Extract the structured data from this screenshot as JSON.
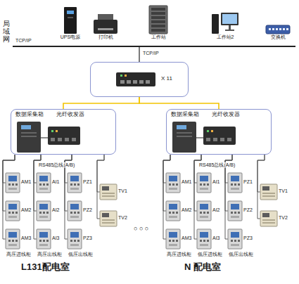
{
  "diagram": {
    "nodes": [
      {
        "text": [
          "UPS电源"
        ]
      },
      {
        "text": [
          "打印机"
        ]
      },
      {
        "text": [
          "工作站"
        ]
      },
      {
        "text": [
          "工作站2"
        ]
      },
      {
        "text": [
          "交换机"
        ]
      },
      {
        "text": [
          "X 11"
        ]
      },
      {
        "text": [
          "数据采集箱",
          "光纤收发器"
        ]
      },
      {
        "text": [
          "数据采集箱",
          "光纤收发器"
        ]
      },
      {
        "text": [
          "AM1"
        ]
      },
      {
        "text": [
          "AM2"
        ]
      },
      {
        "text": [
          "AM3"
        ]
      },
      {
        "text": [
          "AI1"
        ]
      },
      {
        "text": [
          "AI2"
        ]
      },
      {
        "text": [
          "AI3"
        ]
      },
      {
        "text": [
          "PZ1"
        ]
      },
      {
        "text": [
          "PZ2"
        ]
      },
      {
        "text": [
          "PZ3"
        ]
      },
      {
        "text": [
          "TV1"
        ]
      },
      {
        "text": [
          "TV2"
        ]
      },
      {
        "text": [
          "AM1"
        ]
      },
      {
        "text": [
          "AM2"
        ]
      },
      {
        "text": [
          "AM3"
        ]
      },
      {
        "text": [
          "AI1"
        ]
      },
      {
        "text": [
          "AI2"
        ]
      },
      {
        "text": [
          "AI3"
        ]
      },
      {
        "text": [
          "PZ1"
        ]
      },
      {
        "text": [
          "PZ2"
        ]
      },
      {
        "text": [
          "PZ3"
        ]
      },
      {
        "text": [
          "TV1"
        ]
      },
      {
        "text": [
          "TV2"
        ]
      }
    ],
    "edges": [
      {
        "from": 5,
        "to": 6,
        "arrow": "none"
      },
      {
        "from": 5,
        "to": 7,
        "arrow": "none"
      },
      {
        "from": 6,
        "to": 8,
        "arrow": "none"
      },
      {
        "from": 6,
        "to": 9,
        "arrow": "none"
      },
      {
        "from": 6,
        "to": 10,
        "arrow": "none"
      },
      {
        "from": 6,
        "to": 11,
        "arrow": "none"
      },
      {
        "from": 6,
        "to": 12,
        "arrow": "none"
      },
      {
        "from": 6,
        "to": 13,
        "arrow": "none"
      },
      {
        "from": 6,
        "to": 14,
        "arrow": "none"
      },
      {
        "from": 6,
        "to": 15,
        "arrow": "none"
      },
      {
        "from": 6,
        "to": 16,
        "arrow": "none"
      },
      {
        "from": 6,
        "to": 17,
        "arrow": "none"
      },
      {
        "from": 6,
        "to": 18,
        "arrow": "none"
      },
      {
        "from": 7,
        "to": 19,
        "arrow": "none"
      },
      {
        "from": 7,
        "to": 20,
        "arrow": "none"
      },
      {
        "from": 7,
        "to": 21,
        "arrow": "none"
      },
      {
        "from": 7,
        "to": 22,
        "arrow": "none"
      },
      {
        "from": 7,
        "to": 23,
        "arrow": "none"
      },
      {
        "from": 7,
        "to": 24,
        "arrow": "none"
      },
      {
        "from": 7,
        "to": 25,
        "arrow": "none"
      },
      {
        "from": 7,
        "to": 26,
        "arrow": "none"
      },
      {
        "from": 7,
        "to": 27,
        "arrow": "none"
      },
      {
        "from": 7,
        "to": 28,
        "arrow": "none"
      },
      {
        "from": 7,
        "to": 29,
        "arrow": "none"
      }
    ],
    "labels": [
      "局域网",
      "TCP/IP",
      "TCP/IP",
      "RS485总线(A/B)",
      "RS485总线(A/B)",
      "高压进线柜",
      "高压出线柜",
      "低压出线柜",
      "高压进线柜",
      "低压进线柜",
      "低压出线柜",
      "○ ○ ○",
      "L131配电室",
      "N 配电室"
    ]
  }
}
